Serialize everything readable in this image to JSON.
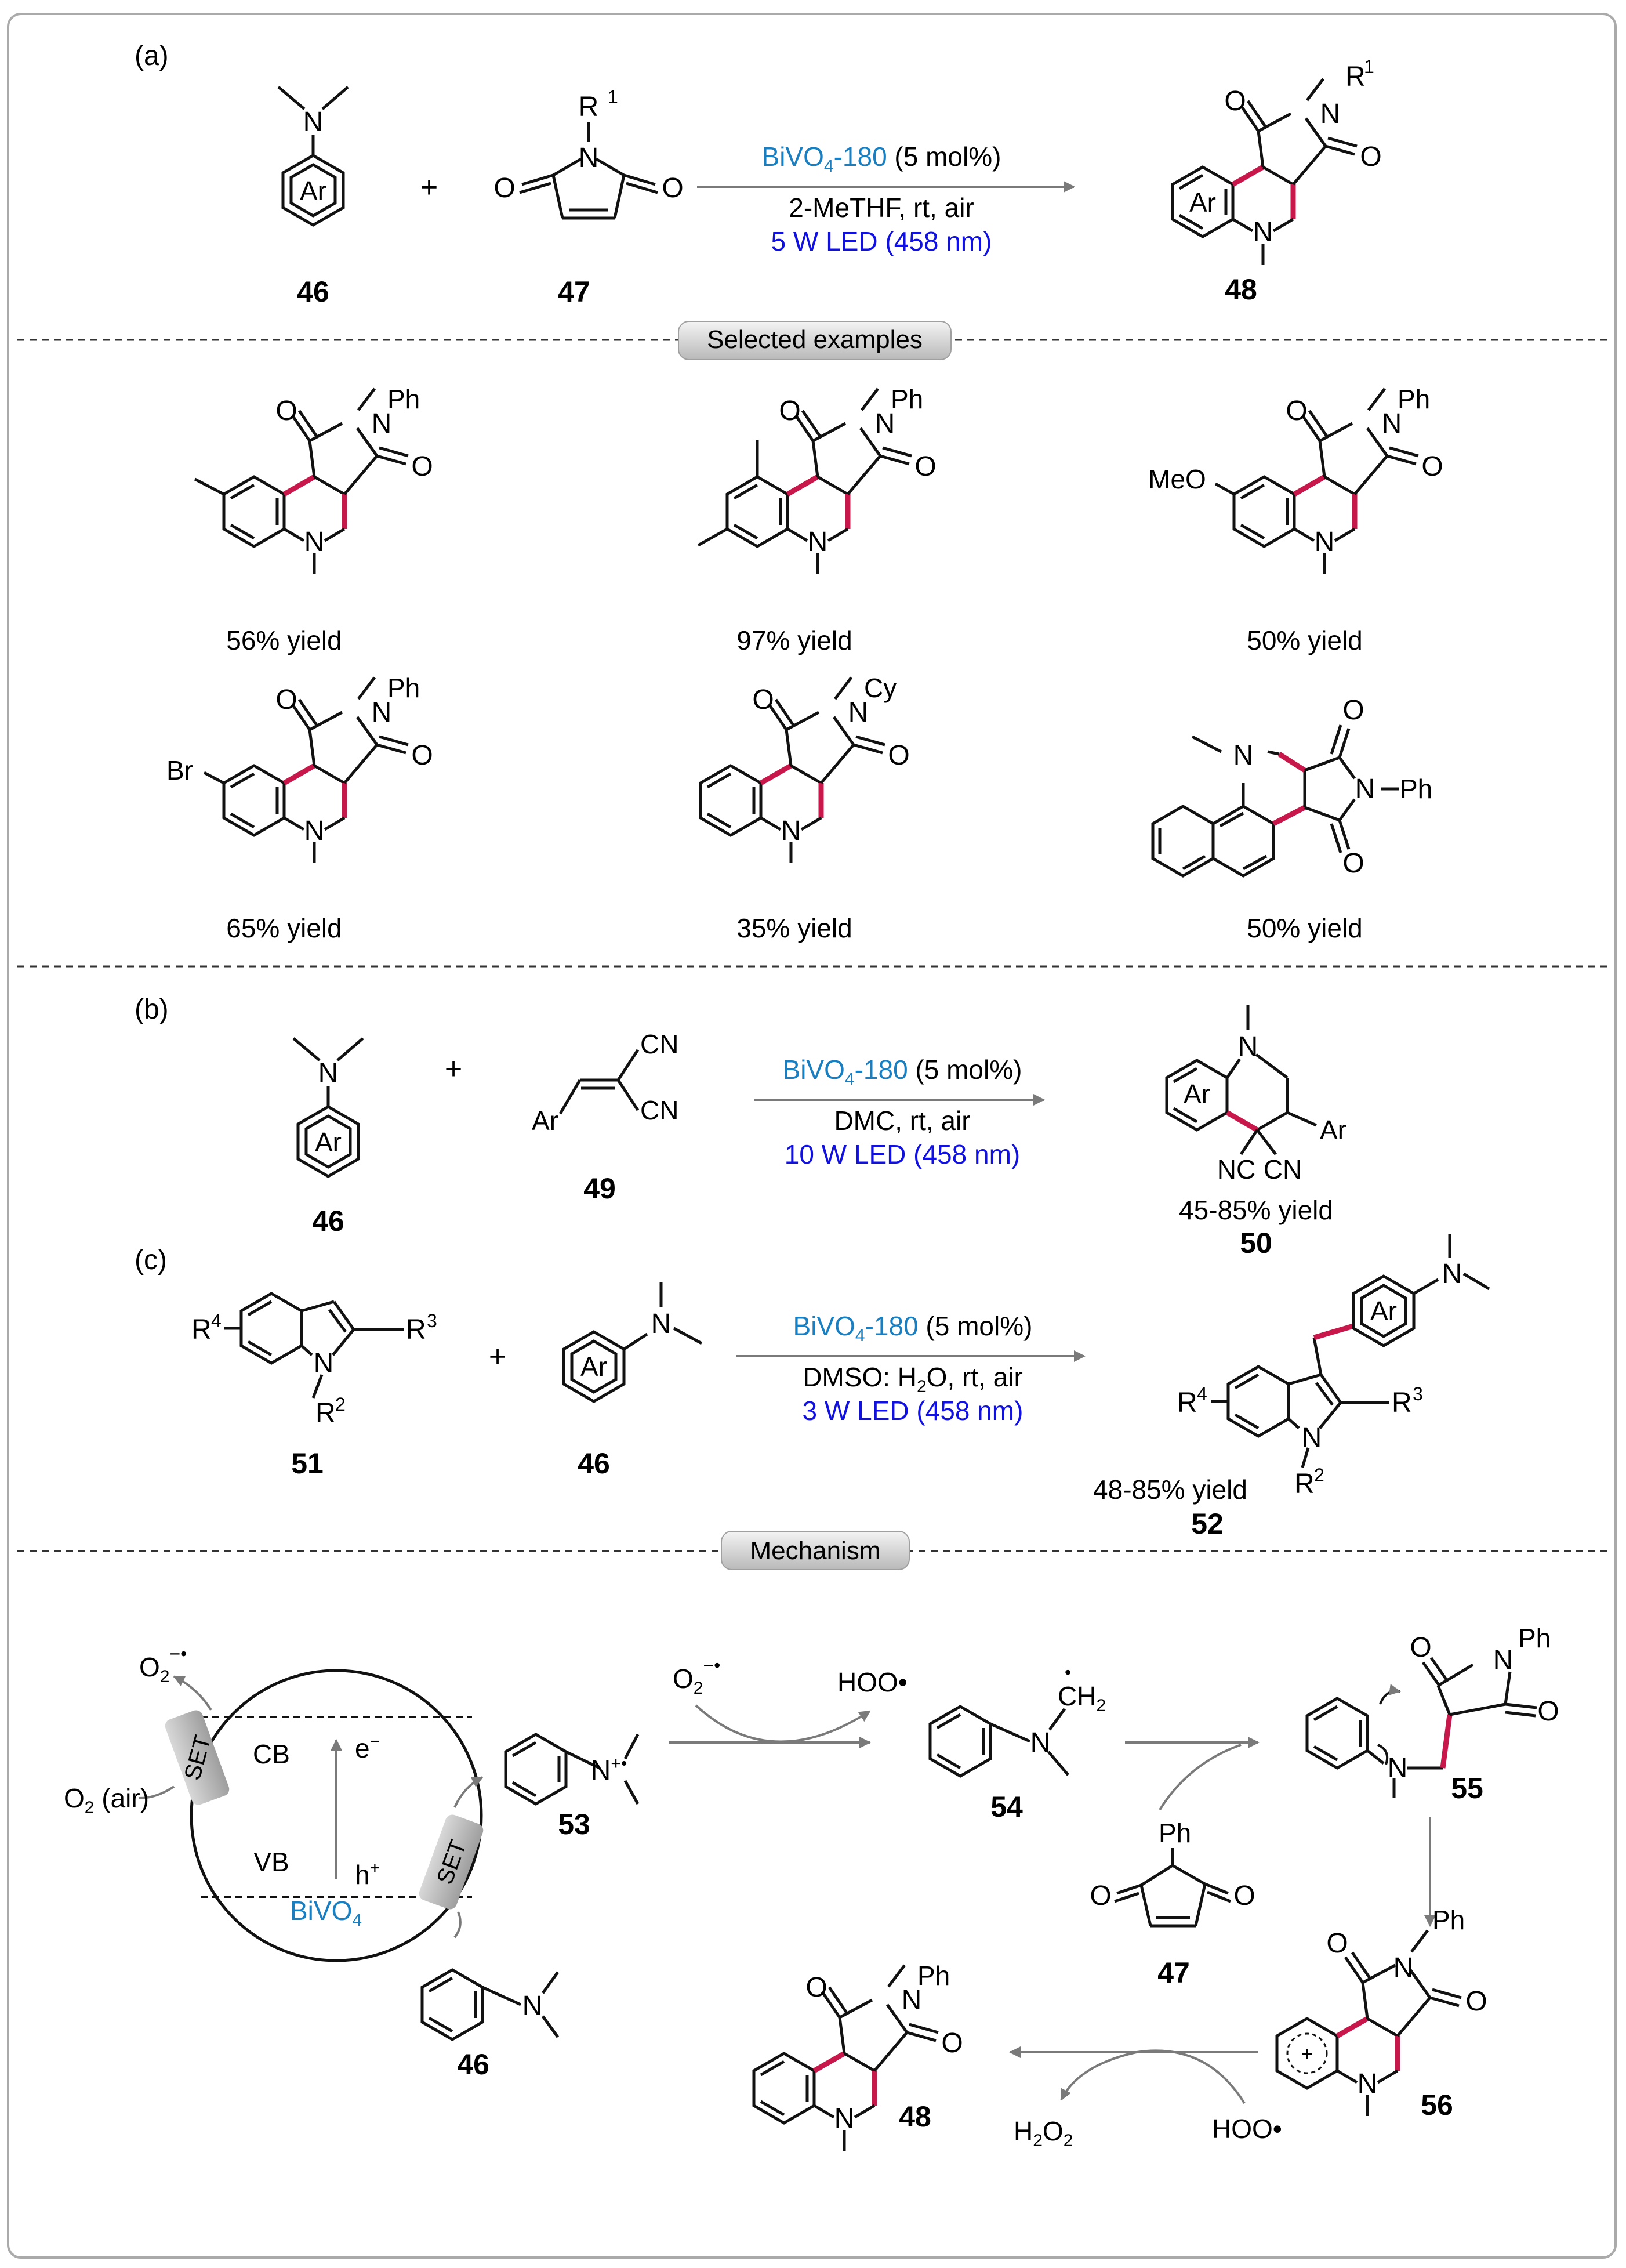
{
  "panels": {
    "a": "(a)",
    "b": "(b)",
    "c": "(c)"
  },
  "section_labels": {
    "selected_examples": "Selected examples",
    "mechanism": "Mechanism"
  },
  "atoms": {
    "N": "N",
    "O": "O",
    "Ar": "Ar",
    "Ph": "Ph",
    "Cy": "Cy",
    "Br": "Br",
    "MeO": "MeO",
    "CN": "CN",
    "NC": "NC",
    "R": "R",
    "one": "1",
    "two": "2",
    "three": "3",
    "four": "4",
    "CH": "CH",
    "H2O2_H": "H",
    "H2O2_O": "O",
    "HOO": "HOO",
    "plus": "+",
    "minus": "−",
    "radical_dot": "•"
  },
  "reaction_a": {
    "catalyst_name": "BiVO",
    "catalyst_sub": "4",
    "catalyst_suffix": "-180",
    "loading": " (5 mol%)",
    "solvent": "2-MeTHF, rt, air",
    "light": "5 W LED (458 nm)",
    "plus": "+",
    "labels": [
      "46",
      "47",
      "48"
    ]
  },
  "examples": [
    {
      "yield": "56% yield"
    },
    {
      "yield": "97% yield"
    },
    {
      "yield": "50% yield"
    },
    {
      "yield": "65% yield"
    },
    {
      "yield": "35% yield"
    },
    {
      "yield": "50% yield"
    }
  ],
  "reaction_b": {
    "loading": " (5 mol%)",
    "solvent": "DMC, rt, air",
    "light": "10 W LED (458 nm)",
    "plus": "+",
    "labels": [
      "46",
      "49",
      "50"
    ],
    "yield": "45-85% yield"
  },
  "reaction_c": {
    "loading": " (5 mol%)",
    "solvent": "DMSO: H",
    "solvent_sub": "2",
    "solvent_end": "O, rt, air",
    "light": "3 W LED (458 nm)",
    "plus": "+",
    "labels": [
      "51",
      "46",
      "52"
    ],
    "yield": "48-85% yield"
  },
  "mechanism": {
    "o2_air": "O",
    "o2_air_sub": "2",
    "o2_air_tail": " (air)",
    "superoxide": "O",
    "superoxide_sub": "2",
    "cb": "CB",
    "vb": "VB",
    "electron": "e",
    "hole": "h",
    "set": "SET",
    "catalyst": "BiVO",
    "catalyst_sub": "4",
    "hoo": "HOO",
    "h2o2": "H",
    "h2o2_sub1": "2",
    "h2o2_mid": "O",
    "h2o2_sub2": "2",
    "labels": {
      "i53": "53",
      "i54": "54",
      "i55": "55",
      "i56": "56",
      "i46": "46",
      "i47": "47",
      "i48": "48"
    }
  },
  "colors": {
    "catalyst": "#1a7fc1",
    "light": "#1010e0",
    "bond": "#c8174a",
    "arrow": "#7a7a7a",
    "box": "#9a9a9a"
  }
}
